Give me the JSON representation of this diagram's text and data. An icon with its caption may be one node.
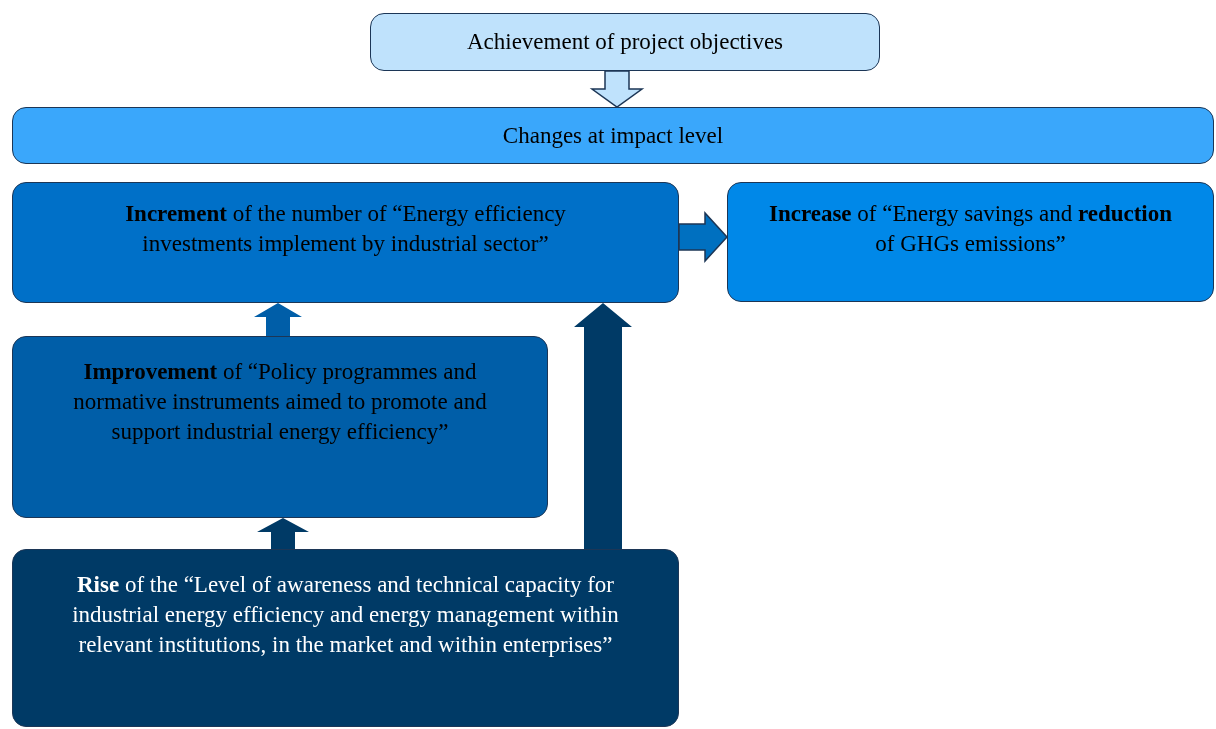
{
  "diagram": {
    "nodes": [
      {
        "text": [
          "Achievement of project objectives"
        ]
      },
      {
        "text": [
          "Changes at impact level"
        ]
      },
      {
        "text": [
          "**Increment** of the number of “Energy efficiency investments implement by industrial sector”"
        ]
      },
      {
        "text": [
          "**Increase** of “Energy savings and **reduction** of GHGs emissions”"
        ]
      },
      {
        "text": [
          "**Improvement** of “Policy programmes and normative instruments aimed to promote and support industrial energy efficiency”"
        ]
      },
      {
        "text": [
          "**Rise** of the “Level of awareness and technical capacity for industrial energy efficiency and energy management within relevant institutions, in the market and within enterprises”"
        ]
      }
    ],
    "edges": [
      {
        "from": 0,
        "to": 1,
        "arrow": "to",
        "style": "thick",
        "color": "#bfe2fc"
      },
      {
        "from": 2,
        "to": 3,
        "arrow": "to",
        "style": "thick",
        "color": "#0070c0"
      },
      {
        "from": 4,
        "to": 2,
        "arrow": "to",
        "style": "thick",
        "color": "#005ea8"
      },
      {
        "from": 5,
        "to": 4,
        "arrow": "to",
        "style": "thick",
        "color": "#003a66"
      },
      {
        "from": 5,
        "to": 2,
        "arrow": "to",
        "style": "thick",
        "color": "#003a66"
      }
    ]
  }
}
